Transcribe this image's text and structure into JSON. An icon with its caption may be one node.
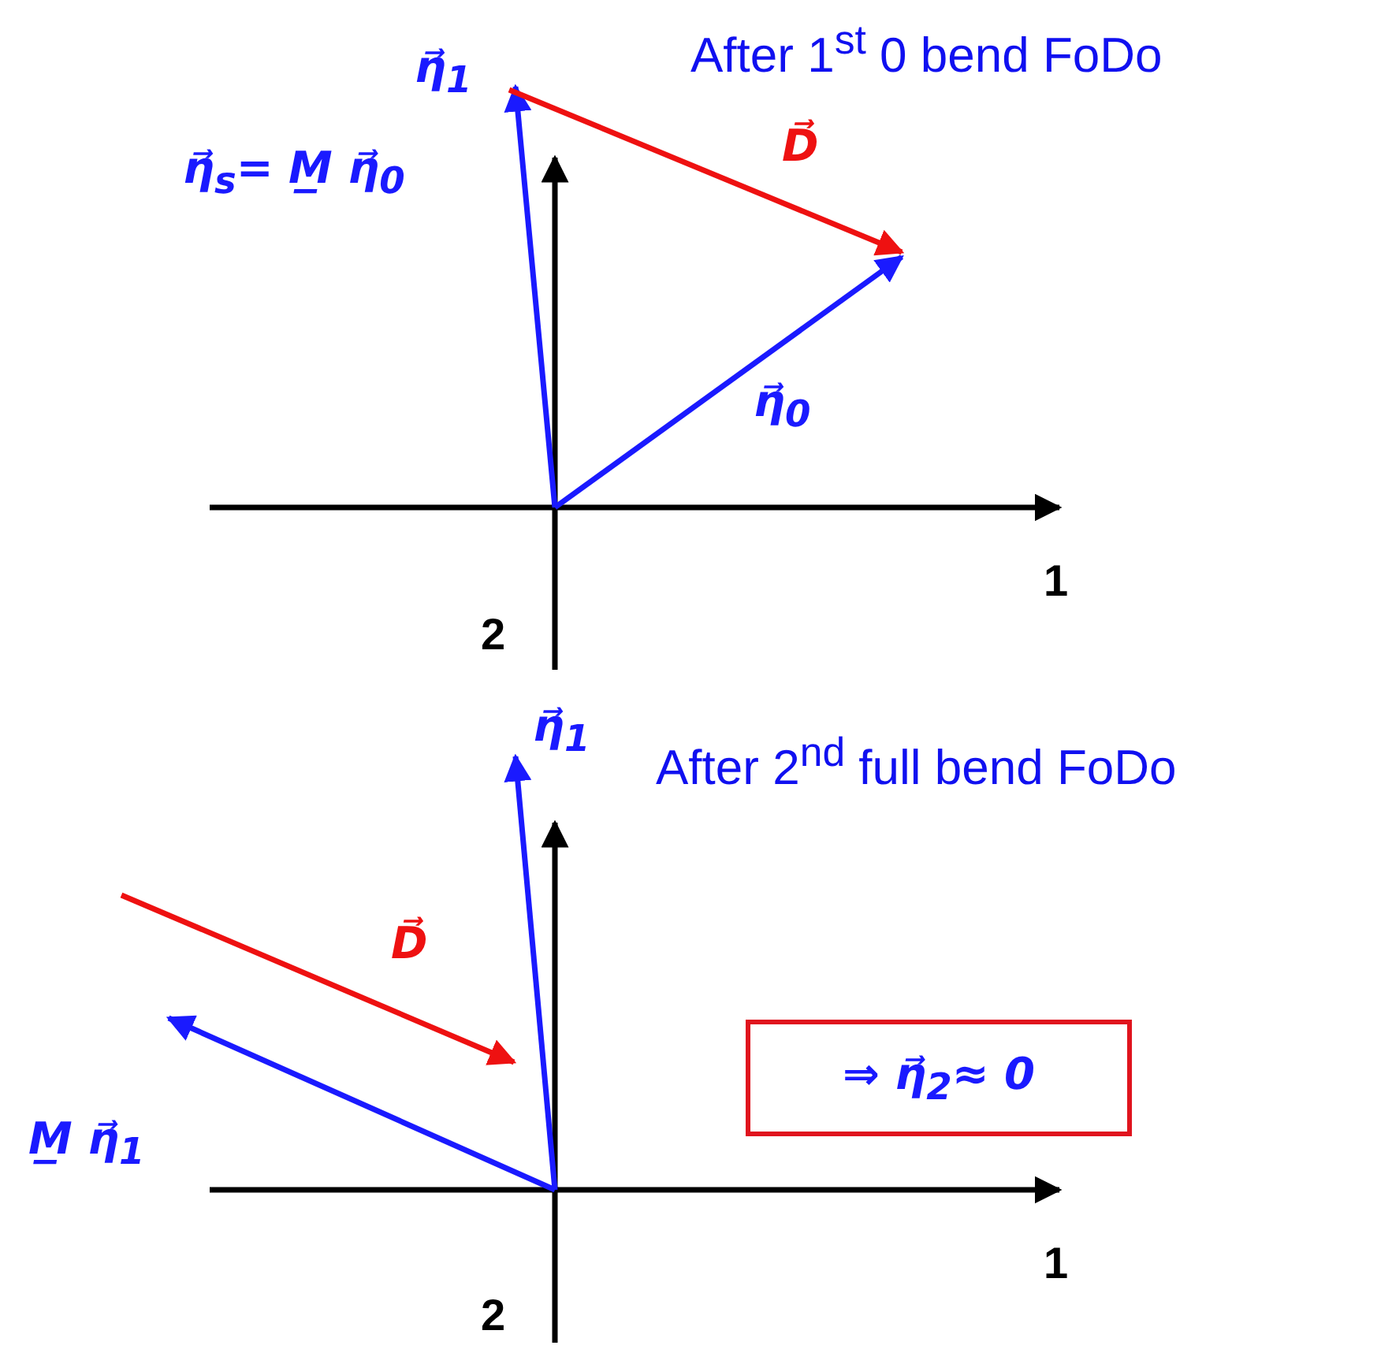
{
  "diagram": {
    "nodes": [
      {
        "text": [
          "⇒ η⃗$_{2}$≈ 0"
        ]
      }
    ],
    "labels": [
      "After 1$^{st}$ 0 bend FoDo",
      "η⃗$_{1}$",
      "η⃗$_{s}$= M̲ η⃗$_{0}$",
      "D⃗",
      "η⃗$_{0}$",
      "1",
      "2",
      "η⃗$_{1}$",
      "After 2$^{nd}$ full bend FoDo",
      "D⃗",
      "M̲ η⃗$_{1}$",
      "1",
      "2"
    ]
  }
}
